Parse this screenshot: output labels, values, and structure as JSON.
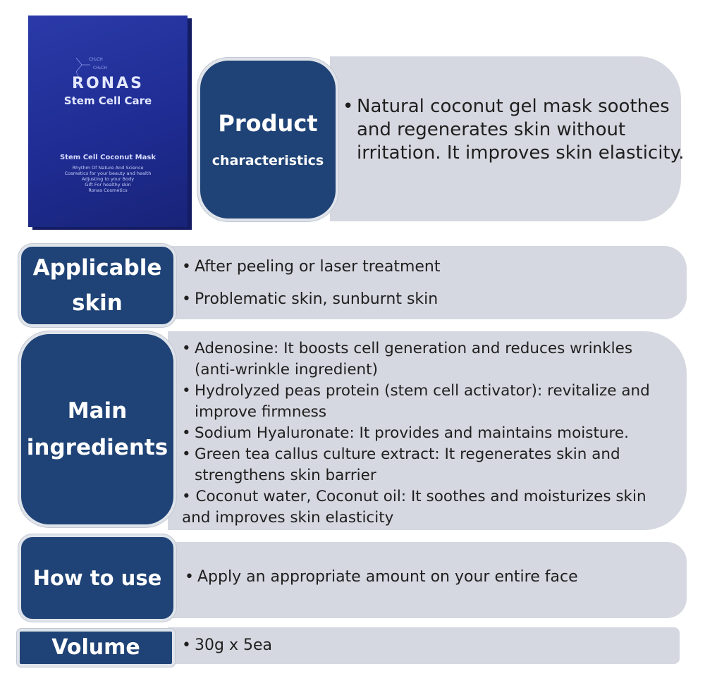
{
  "product_box": {
    "brand": "RONAS",
    "line": "Stem Cell Care",
    "mask_name": "Stem Cell Coconut Mask",
    "tagline": [
      "Rhythm Of Nature And Science",
      "Cosmetics for your beauty and health",
      "Adjusting to your Body",
      "Gift For healthy skin",
      "Ronas Cosmetics"
    ],
    "molecule_labels": [
      "CH₂CH",
      "CH₂CH"
    ]
  },
  "sections": {
    "characteristics": {
      "title": "Product",
      "subtitle": "characteristics",
      "bullets": [
        "Natural coconut gel mask soothes and regenerates skin without irritation. It improves skin elasticity."
      ]
    },
    "applicable_skin": {
      "title_line1": "Applicable",
      "title_line2": "skin",
      "bullets": [
        "After peeling or laser treatment",
        "Problematic skin, sunburnt skin"
      ]
    },
    "main_ingredients": {
      "title_line1": "Main",
      "title_line2": "ingredients",
      "bullets": [
        "Adenosine: It boosts cell generation and reduces wrinkles (anti-wrinkle ingredient)",
        "Hydrolyzed peas protein (stem cell activator): revitalize and improve firmness",
        "Sodium Hyaluronate: It provides and maintains moisture.",
        "Green tea callus culture extract: It regenerates skin and strengthens skin barrier",
        "Coconut water, Coconut oil: It soothes and moisturizes skin and improves skin elasticity"
      ]
    },
    "how_to_use": {
      "title": "How to use",
      "bullets": [
        "Apply an appropriate amount on your entire face"
      ]
    },
    "volume": {
      "title": "Volume",
      "bullets": [
        "30g x 5ea"
      ]
    }
  },
  "colors": {
    "label_bg": "#1f4376",
    "panel_bg": "#d5d8e0",
    "box_blue": "#1f2c93"
  }
}
